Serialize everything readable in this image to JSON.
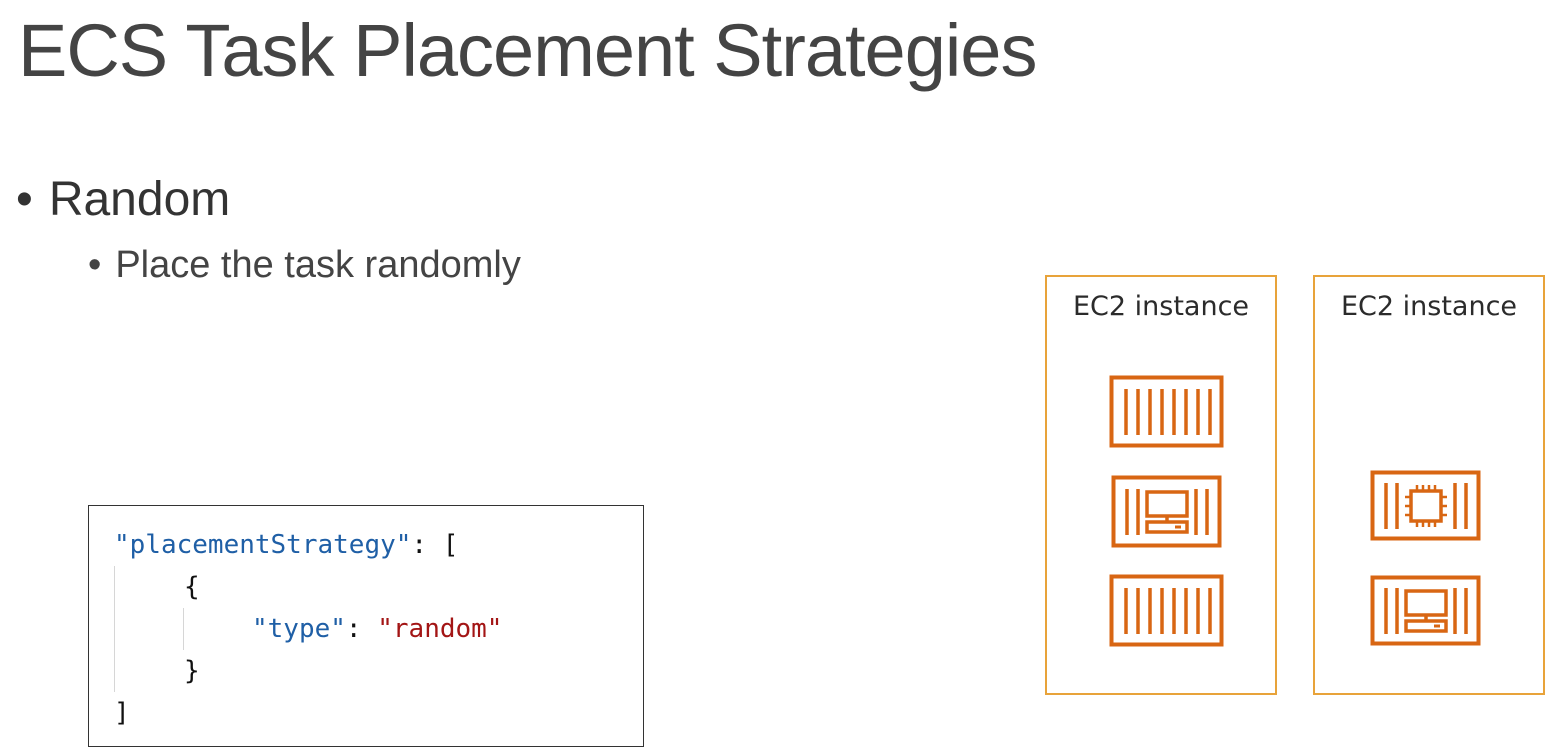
{
  "slide": {
    "title": "ECS Task Placement Strategies",
    "bullets": [
      {
        "text": "Random",
        "level": 1
      },
      {
        "text": "Place the task randomly",
        "level": 2
      }
    ],
    "bullet_glyph": "•"
  },
  "code": {
    "key_placement": "\"placementStrategy\"",
    "colon_open": ": [",
    "open_brace": "{",
    "key_type": "\"type\"",
    "colon": ": ",
    "value_type": "\"random\"",
    "close_brace": "}",
    "close_bracket": "]"
  },
  "diagram": {
    "accent_color": "#E8A33A",
    "icon_color": "#D86613",
    "instances": [
      {
        "label": "EC2 instance",
        "containers": [
          "container-stripes-icon",
          "container-monitor-icon",
          "container-stripes-icon"
        ]
      },
      {
        "label": "EC2 instance",
        "containers": [
          "container-chip-icon",
          "container-monitor-icon"
        ]
      }
    ]
  }
}
